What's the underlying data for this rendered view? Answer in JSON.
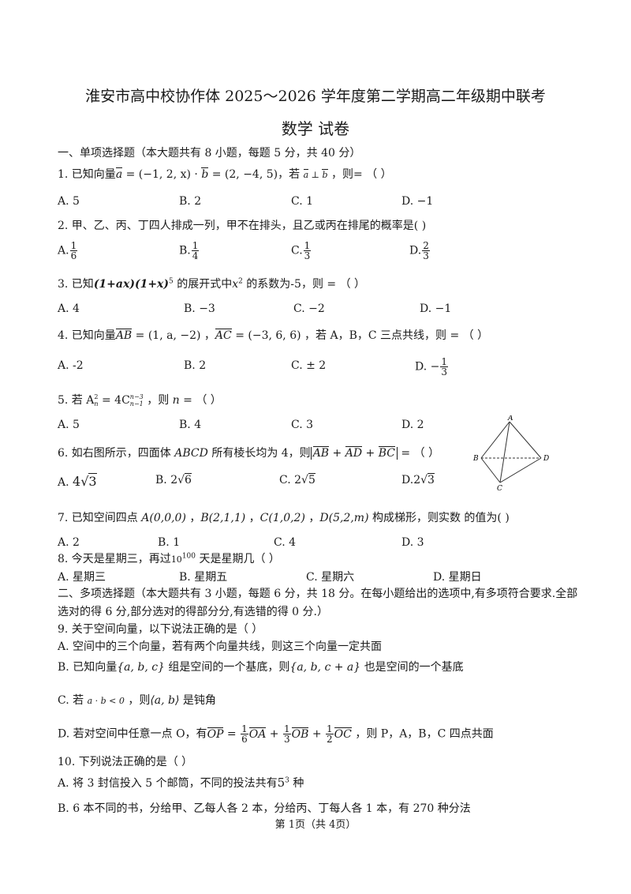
{
  "header": {
    "title": "淮安市高中校协作体  2025～2026 学年度第二学期高二年级期中联考",
    "subtitle": "数学   试卷"
  },
  "section1": {
    "heading": "一、单项选择题（本大题共有 8 小题，每题 5 分，共 40 分）"
  },
  "q1": {
    "prefix": "1. 已知向量",
    "a_vec": "a",
    "a_val": " = (−1, 2, x)",
    "b_vec": "b",
    "b_val": " = (2, −4, 5)",
    "cond_prefix": "，若 ",
    "cond_a": "a",
    "cond_perp": " ⊥ ",
    "cond_b": "b",
    "suffix": " ，则=    （      ）",
    "opts": [
      "A. 5",
      "B. 2",
      "C. 1",
      "D. −1"
    ]
  },
  "q2": {
    "text": "2. 甲、乙、丙、丁四人排成一列，甲不在排头，且乙或丙在排尾的概率是(      )",
    "opts": [
      {
        "label": "A.",
        "num": "1",
        "den": "6"
      },
      {
        "label": "B.",
        "num": "1",
        "den": "4"
      },
      {
        "label": "C.",
        "num": "1",
        "den": "3"
      },
      {
        "label": "D.",
        "num": "2",
        "den": "3"
      }
    ]
  },
  "q3": {
    "prefix": "3. 已知",
    "expr": "(1+ax)(1+x)",
    "exp": "5",
    "mid": " 的展开式中",
    "var": "x",
    "var_exp": "2",
    "suffix": " 的系数为-5，则 =    （      ）",
    "opts": [
      "A. 4",
      "B.  −3",
      "C.  −2",
      "D.  −1"
    ]
  },
  "q4": {
    "prefix": "4. 已知向量",
    "ab": "AB",
    "ab_val": " = (1, a, −2)",
    "ac": "AC",
    "ac_val": " = (−3, 6, 6)",
    "suffix": " ，若 A，B，C 三点共线，则 =    （      ）",
    "opts": [
      "A.  -2",
      "B.   2",
      "C.   ± 2"
    ],
    "opt_d_label": "D.  −",
    "opt_d_num": "1",
    "opt_d_den": "3"
  },
  "q5": {
    "prefix": "5. 若 ",
    "A": "A",
    "A_sup": "2",
    "A_sub": "n",
    "eq": " = 4C",
    "C_sup": "n−3",
    "C_sub": "n−1",
    "mid": " ，则 ",
    "n": "n",
    "suffix": " =    （      ）",
    "opts": [
      "A. 5",
      "B. 4",
      "C. 3",
      "D. 2"
    ]
  },
  "q6": {
    "prefix": "6. 如右图所示，四面体 ",
    "tetra": "ABCD",
    "mid": " 所有棱长均为 4，则",
    "v1": "AB",
    "v2": "AD",
    "v3": "BC",
    "suffix": " =     （      ）",
    "opts": [
      {
        "label": "A.",
        "coef": "4",
        "rad": "3"
      },
      {
        "label": "B.",
        "coef": "2",
        "rad": "6"
      },
      {
        "label": "C.",
        "coef": "2",
        "rad": "5"
      },
      {
        "label": "D.",
        "coef": "2",
        "rad": "3"
      }
    ],
    "figure_labels": [
      "A",
      "B",
      "C",
      "D"
    ]
  },
  "q7": {
    "prefix": "7. 已知空间四点 ",
    "A": "A(0,0,0)",
    "B": "B(2,1,1)",
    "C": "C(1,0,2)",
    "D": "D(5,2,m)",
    "suffix": "  构成梯形，则实数    的值为(    )",
    "opts": [
      "A.   2",
      "B.    1",
      "C. 4",
      "D. 3"
    ]
  },
  "q8": {
    "prefix": "8. 今天是星期三，再过",
    "base": "10",
    "exp": "100",
    "suffix": " 天是星期几（      ）",
    "opts": [
      "A.  星期三",
      "B.  星期五",
      "C.  星期六",
      "D.  星期日"
    ]
  },
  "section2": {
    "line1": "二、多项选择题（本大题共有 3 小题，每题 6 分，共 18 分。在每小题给出的选项中,有多项符合要求.全部",
    "line2": "选对的得 6 分,部分选对的得部分分,有选错的得 0 分.）"
  },
  "q9": {
    "text": "9. 关于空间向量，以下说法正确的是（          ）",
    "optA": "A. 空间中的三个向量，若有两个向量共线，则这三个向量一定共面",
    "optB_prefix": "B. 已知向量",
    "optB_set1": "{a, b, c}",
    "optB_mid": " 组是空间的一个基底，则",
    "optB_set2": "{a, b, c + a}",
    "optB_suffix": "  也是空间的一个基底",
    "optC_prefix": "C. 若 ",
    "optC_cond": "a · b < 0",
    "optC_mid": " ，则",
    "optC_angle": "⟨a, b⟩",
    "optC_suffix": "  是钝角",
    "optD_prefix": "D. 若对空间中任意一点 O，有",
    "optD_op": "OP",
    "optD_eq": " = ",
    "optD_f1_num": "1",
    "optD_f1_den": "6",
    "optD_oa": "OA",
    "optD_plus": " + ",
    "optD_f2_num": "1",
    "optD_f2_den": "3",
    "optD_ob": "OB",
    "optD_f3_num": "1",
    "optD_f3_den": "2",
    "optD_oc": "OC",
    "optD_suffix": "  ，则 P，A，B，C 四点共面"
  },
  "q10": {
    "text": "10. 下列说法正确的是（          ）",
    "optA_prefix": "A. 将 3 封信投入 5 个邮筒，不同的投法共有",
    "optA_base": "5",
    "optA_exp": "3",
    "optA_suffix": "  种",
    "optB": "B. 6 本不同的书，分给甲、乙每人各 2 本，分给丙、丁每人各 1 本，有 270 种分法"
  },
  "footer": {
    "page": "第 1页（共 4页）"
  }
}
